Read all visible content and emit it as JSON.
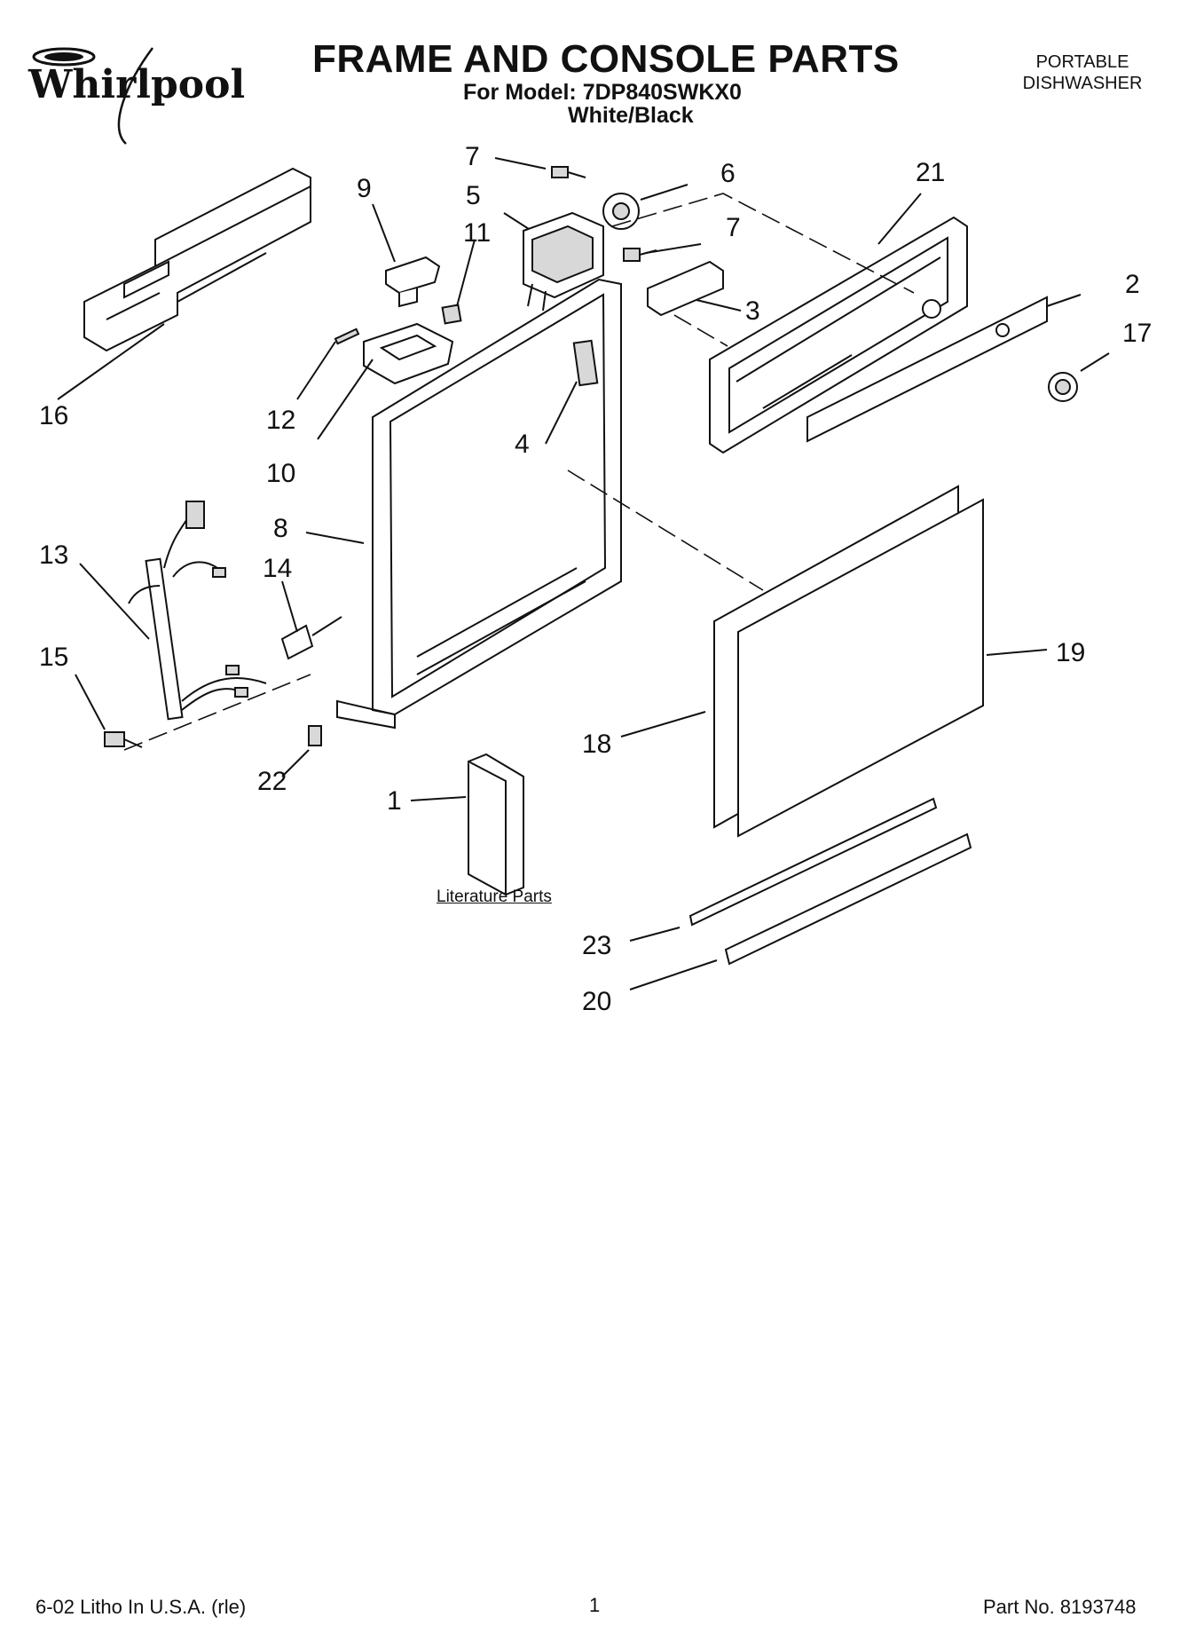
{
  "header": {
    "brand": "Whirlpool",
    "title": "FRAME AND CONSOLE PARTS",
    "model_line": "For Model: 7DP840SWKX0",
    "color_line": "White/Black",
    "product_type_line1": "PORTABLE",
    "product_type_line2": "DISHWASHER"
  },
  "callouts": {
    "c1": "1",
    "c2": "2",
    "c3": "3",
    "c4": "4",
    "c5": "5",
    "c6": "6",
    "c7a": "7",
    "c7b": "7",
    "c8": "8",
    "c9": "9",
    "c10": "10",
    "c11": "11",
    "c12": "12",
    "c13": "13",
    "c14": "14",
    "c15": "15",
    "c16": "16",
    "c17": "17",
    "c18": "18",
    "c19": "19",
    "c20": "20",
    "c21": "21",
    "c22": "22",
    "c23": "23"
  },
  "literature_label": "Literature Parts",
  "footer": {
    "litho": "6-02 Litho In U.S.A. (rle)",
    "page": "1",
    "part_no": "Part No. 8193748"
  }
}
